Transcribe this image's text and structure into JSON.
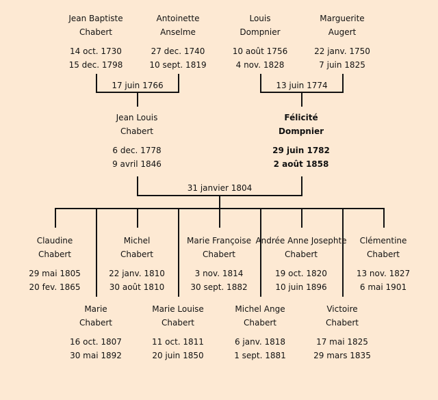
{
  "grandparents": [
    {
      "first": "Jean Baptiste",
      "last": "Chabert",
      "birth": "14 oct. 1730",
      "death": "15 dec. 1798"
    },
    {
      "first": "Antoinette",
      "last": "Anselme",
      "birth": "27 dec. 1740",
      "death": "10 sept. 1819"
    },
    {
      "first": "Louis",
      "last": "Dompnier",
      "birth": "10 août 1756",
      "death": "4 nov. 1828"
    },
    {
      "first": "Marguerite",
      "last": "Augert",
      "birth": "22 janv. 1750",
      "death": "7 juin 1825"
    }
  ],
  "marriages": {
    "paternal": "17 juin 1766",
    "maternal": "13 juin 1774",
    "parents": "31 janvier 1804"
  },
  "parents": [
    {
      "first": "Jean Louis",
      "last": "Chabert",
      "birth": "6 dec. 1778",
      "death": "9 avril 1846"
    },
    {
      "first": "Félicité",
      "last": "Dompnier",
      "birth": "29 juin 1782",
      "death": "2 août 1858"
    }
  ],
  "children": [
    {
      "first": "Claudine",
      "last": "Chabert",
      "birth": "29 mai 1805",
      "death": "20 fev. 1865"
    },
    {
      "first": "Marie",
      "last": "Chabert",
      "birth": "16 oct. 1807",
      "death": "30 mai 1892"
    },
    {
      "first": "Michel",
      "last": "Chabert",
      "birth": "22 janv. 1810",
      "death": "30 août 1810"
    },
    {
      "first": "Marie Louise",
      "last": "Chabert",
      "birth": "11 oct. 1811",
      "death": "20 juin 1850"
    },
    {
      "first": "Marie Françoise",
      "last": "Chabert",
      "birth": "3 nov. 1814",
      "death": "30 sept. 1882"
    },
    {
      "first": "Michel Ange",
      "last": "Chabert",
      "birth": "6 janv. 1818",
      "death": "1 sept. 1881"
    },
    {
      "first": "Andrée Anne Josephte",
      "last": "Chabert",
      "birth": "19 oct. 1820",
      "death": "10 juin 1896"
    },
    {
      "first": "Victoire",
      "last": "Chabert",
      "birth": "17 mai 1825",
      "death": "29 mars 1835"
    },
    {
      "first": "Clémentine",
      "last": "Chabert",
      "birth": "13 nov. 1827",
      "death": "6 mai 1901"
    }
  ]
}
